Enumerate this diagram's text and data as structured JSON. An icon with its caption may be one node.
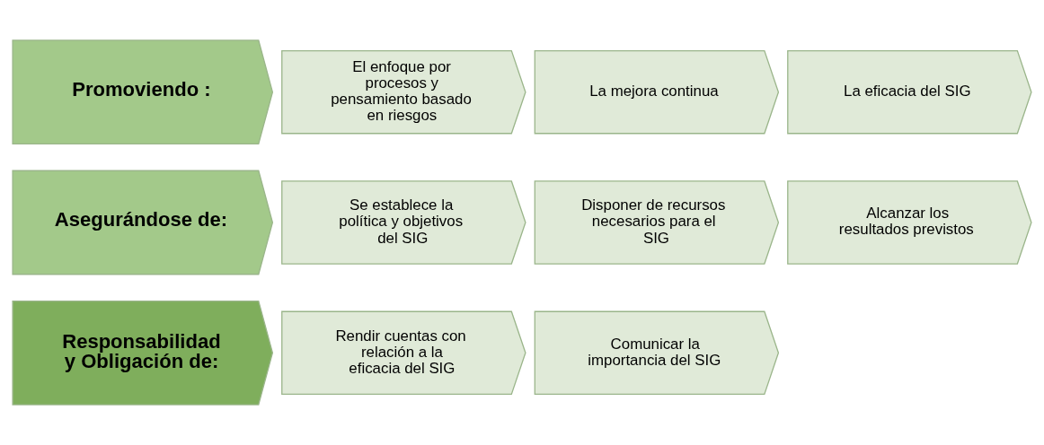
{
  "diagram": {
    "nodes": [
      {
        "text": [
          "Responsabilidad y Obligación de:"
        ]
      },
      {
        "text": [
          "Rendir cuentas con relación a la eficacia del SIG"
        ]
      },
      {
        "text": [
          "Comunicar la importancia del SIG"
        ]
      },
      {
        "text": [
          "Asegurándose de:"
        ]
      },
      {
        "text": [
          "Se establece la política y objetivos del SIG"
        ]
      },
      {
        "text": [
          "Disponer de recursos necesarios para el SIG"
        ]
      },
      {
        "text": [
          "Alcanzar los resultados previstos"
        ]
      },
      {
        "text": [
          "Promoviendo :"
        ]
      },
      {
        "text": [
          "El enfoque por procesos y pensamiento basado en riesgos"
        ]
      },
      {
        "text": [
          "La mejora continua"
        ]
      },
      {
        "text": [
          "La eficacia del SIG"
        ]
      }
    ],
    "edges": []
  }
}
